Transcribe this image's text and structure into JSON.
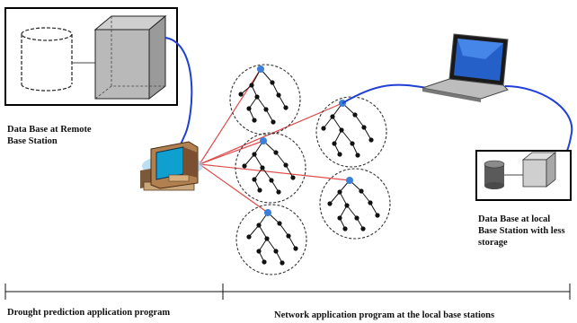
{
  "labels": {
    "remote_db": [
      "Data Base at Remote",
      "Base Station"
    ],
    "local_db": [
      "Data Base at local",
      "Base Station with less",
      "storage"
    ],
    "drought_program": "Drought prediction application program",
    "network_program": "Network application program at the local base stations"
  },
  "colors": {
    "link_red": "#e04a4a",
    "cable_blue": "#1f3fd6",
    "node_blue": "#3a7fd9",
    "node_black": "#111111",
    "cluster_dash": "#333333"
  },
  "icons": [
    "cylinder-icon",
    "cube-icon",
    "desktop-computer-icon",
    "laptop-icon",
    "server-icon"
  ]
}
